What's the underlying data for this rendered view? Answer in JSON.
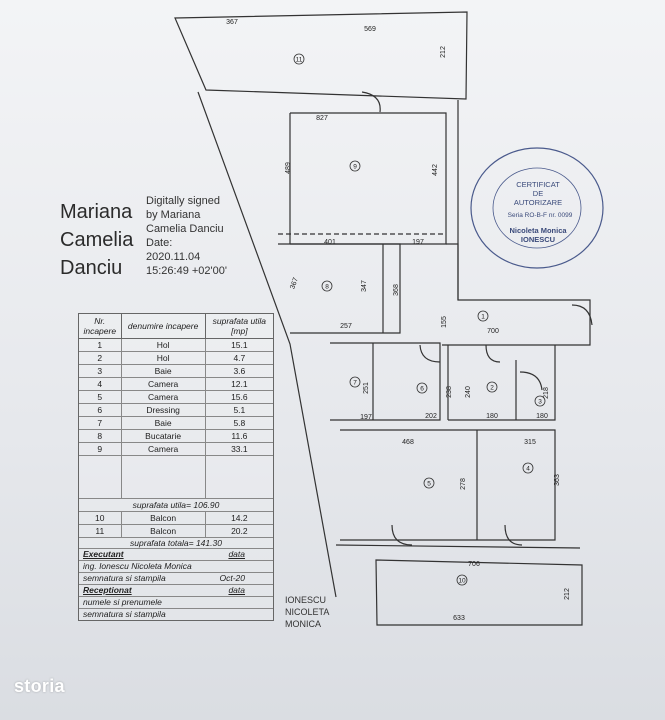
{
  "signature": {
    "name_lines": [
      "Mariana",
      "Camelia",
      "Danciu"
    ],
    "detail_lines": [
      "Digitally signed",
      "by Mariana",
      "Camelia Danciu",
      "Date:",
      "2020.11.04",
      "15:26:49 +02'00'"
    ]
  },
  "legend": {
    "headers": {
      "nr": "Nr. incapere",
      "name": "denumire incapere",
      "area": "suprafata utila [mp]"
    },
    "rooms": [
      {
        "nr": "1",
        "name": "Hol",
        "area": "15.1"
      },
      {
        "nr": "2",
        "name": "Hol",
        "area": "4.7"
      },
      {
        "nr": "3",
        "name": "Baie",
        "area": "3.6"
      },
      {
        "nr": "4",
        "name": "Camera",
        "area": "12.1"
      },
      {
        "nr": "5",
        "name": "Camera",
        "area": "15.6"
      },
      {
        "nr": "6",
        "name": "Dressing",
        "area": "5.1"
      },
      {
        "nr": "7",
        "name": "Baie",
        "area": "5.8"
      },
      {
        "nr": "8",
        "name": "Bucatarie",
        "area": "11.6"
      },
      {
        "nr": "9",
        "name": "Camera",
        "area": "33.1"
      }
    ],
    "useful_area_label": "suprafata utila= 106.90",
    "balconies": [
      {
        "nr": "10",
        "name": "Balcon",
        "area": "14.2"
      },
      {
        "nr": "11",
        "name": "Balcon",
        "area": "20.2"
      }
    ],
    "total_area_label": "suprafata totala= 141.30",
    "executant_label": "Executant",
    "date_label": "data",
    "executant_name": "ing. Ionescu Nicoleta Monica",
    "sign_label": "semnatura si stampila",
    "sign_date": "Oct-20",
    "receptionat_label": "Receptionat",
    "date_label2": "data",
    "names_label": "numele si prenumele",
    "sign_label2": "semnatura si stampila"
  },
  "stamp": {
    "title_lines": [
      "CERTIFICAT",
      "DE",
      "AUTORIZARE"
    ],
    "serie": "Seria RO-B-F nr. 0099",
    "holder_lines": [
      "Nicoleta Monica",
      "IONESCU"
    ]
  },
  "author": {
    "lines": [
      "IONESCU",
      "NICOLETA",
      "MONICA"
    ]
  },
  "plan": {
    "room_numbers": [
      "1",
      "2",
      "3",
      "4",
      "5",
      "6",
      "7",
      "8",
      "9",
      "10",
      "11"
    ],
    "dimensions": {
      "d367": "367",
      "d569": "569",
      "d212a": "212",
      "d827": "827",
      "d489": "489",
      "d442": "442",
      "d401": "401",
      "d197": "197",
      "d347": "347",
      "d368": "368",
      "d257": "257",
      "d155": "155",
      "d700": "700",
      "d251": "251",
      "d238": "238",
      "d240": "240",
      "d218": "218",
      "d197b": "197",
      "d202": "202",
      "d180a": "180",
      "d180b": "180",
      "d468": "468",
      "d315": "315",
      "d278": "278",
      "d363": "363",
      "d706": "706",
      "d633": "633",
      "d212b": "212",
      "d367b": "367"
    }
  },
  "watermark": "storia"
}
